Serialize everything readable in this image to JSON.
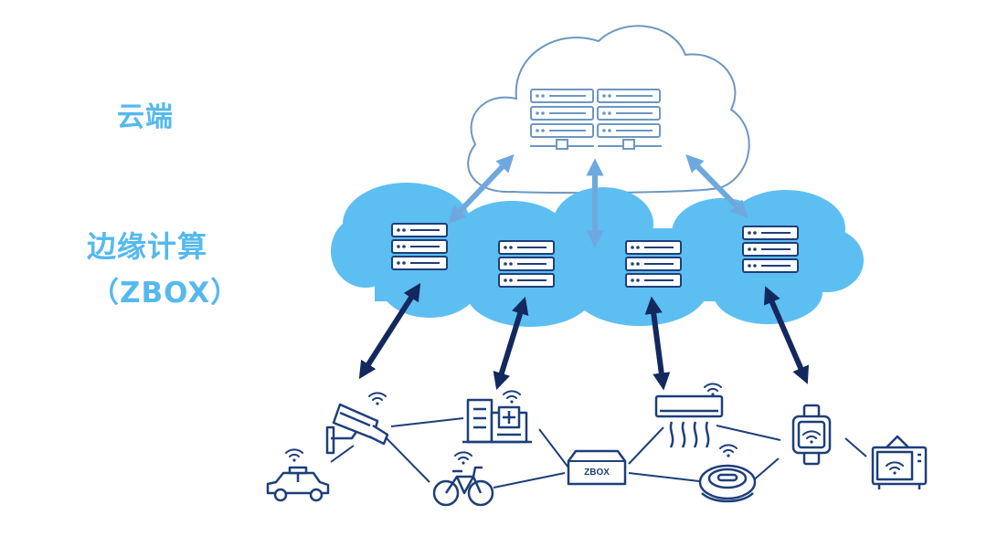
{
  "labels": {
    "cloud": "云端",
    "edge": "边缘计算",
    "edge_sub": "（ZBOX）"
  },
  "zbox_text": "ZBOX",
  "colors": {
    "accent": "#55b9ee",
    "edge_cloud": "#5dbef2",
    "cloud_outline": "#6d97c2",
    "navy": "#1d3f7a",
    "arrow_light": "#6fa8de",
    "arrow_dark": "#13285e"
  },
  "icons": [
    "server-rack-icon",
    "security-camera-icon",
    "taxi-icon",
    "building-icon",
    "bicycle-icon",
    "zbox-device-icon",
    "air-conditioner-icon",
    "robot-vacuum-icon",
    "smartwatch-icon",
    "television-icon",
    "wifi-icon"
  ]
}
